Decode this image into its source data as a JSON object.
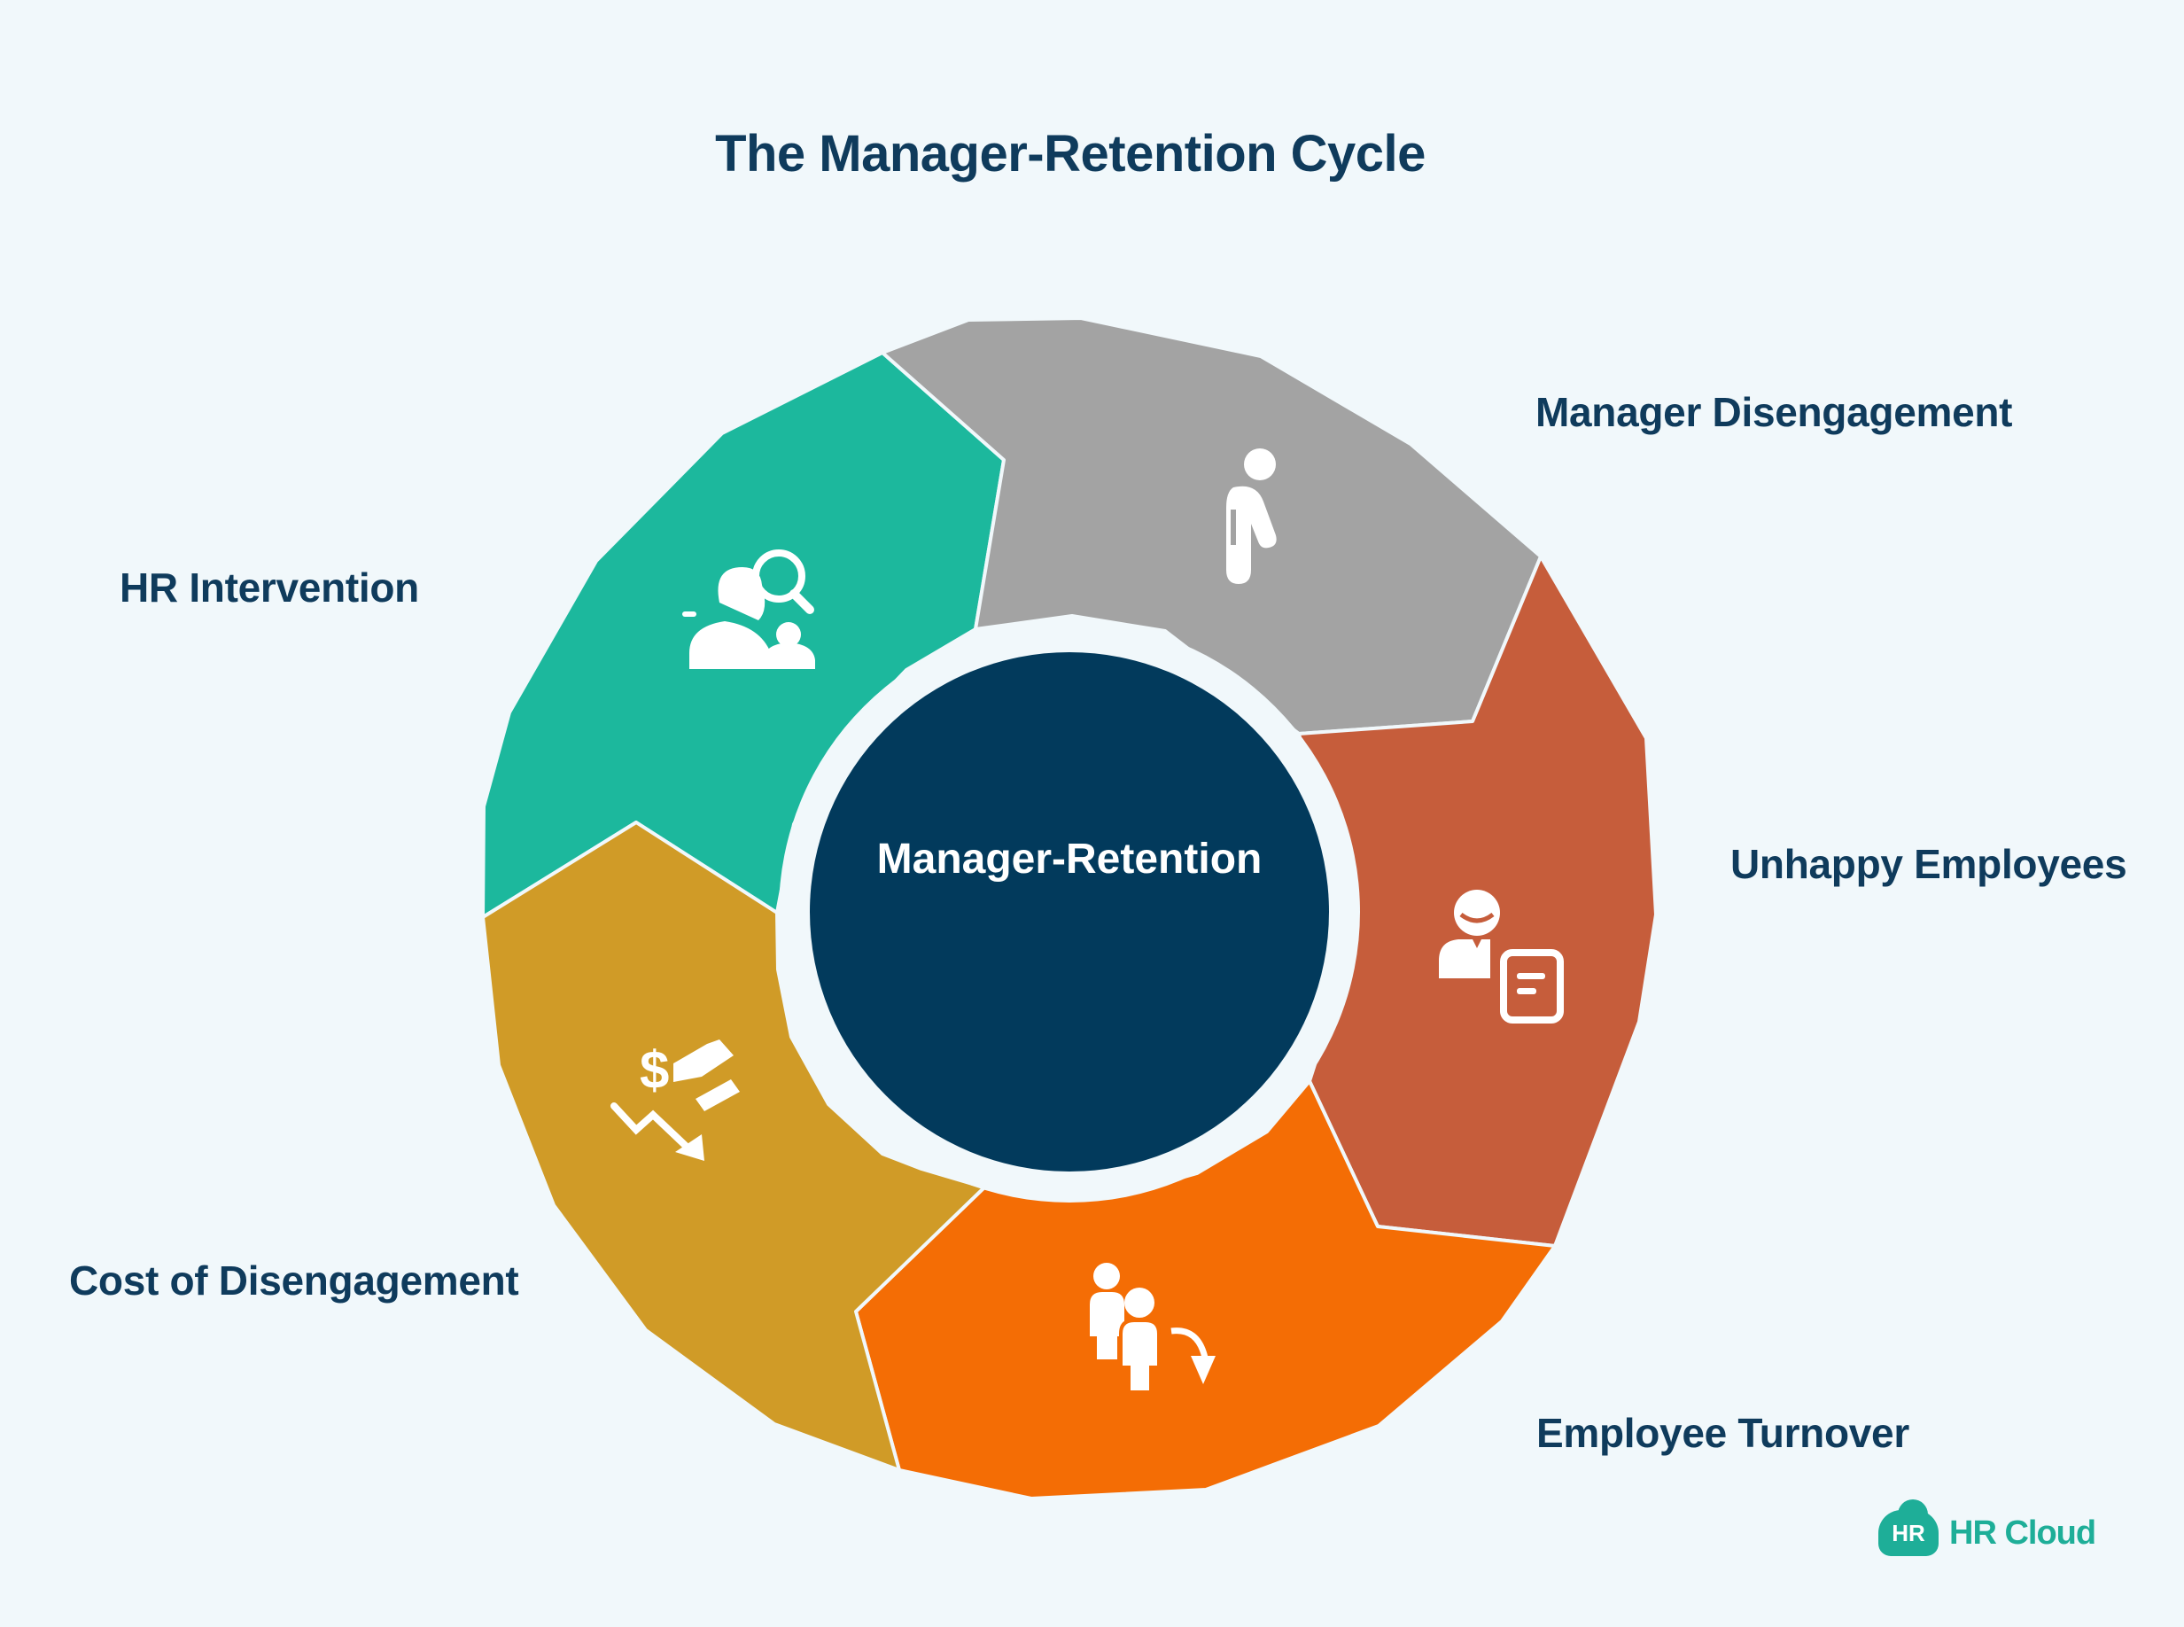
{
  "title": "The Manager-Retention Cycle",
  "center": {
    "label": "Manager-Retention",
    "color": "#023a5c"
  },
  "stages": [
    {
      "id": "manager-disengagement",
      "label": "Manager Disengagement",
      "color": "#a3a3a3",
      "icon": "slouching-person-icon"
    },
    {
      "id": "unhappy-employees",
      "label": "Unhappy Employees",
      "color": "#c65d3b",
      "icon": "employee-report-icon"
    },
    {
      "id": "employee-turnover",
      "label": "Employee Turnover",
      "color": "#f46d05",
      "icon": "people-leaving-icon"
    },
    {
      "id": "cost-of-disengagement",
      "label": "Cost of Disengagement",
      "color": "#d09b27",
      "icon": "money-loss-icon"
    },
    {
      "id": "hr-intervention",
      "label": "HR Intervention",
      "color": "#1cb89d",
      "icon": "hr-search-icon"
    }
  ],
  "brand": {
    "badge": "HR",
    "name": "HR Cloud",
    "color": "#1eae98"
  }
}
